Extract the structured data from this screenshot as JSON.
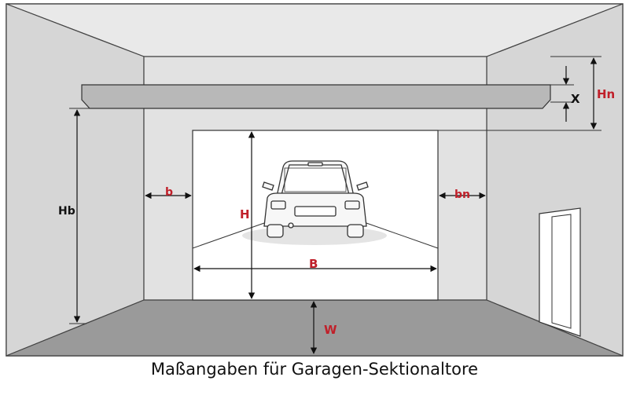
{
  "caption": "Maßangaben für Garagen-Sektionaltore",
  "labels": {
    "hn": "Hn",
    "x": "X",
    "hb": "Hb",
    "b": "b",
    "bn": "bn",
    "h": "H",
    "b_width": "B",
    "w": "W"
  },
  "colors": {
    "dimension_red": "#c0202a",
    "label_black": "#111111",
    "wall": "#dcdcdc",
    "wall_light": "#e6e6e6",
    "floor": "#9a9a9a",
    "header_beam": "#b8b8b8",
    "outline": "#333333"
  }
}
